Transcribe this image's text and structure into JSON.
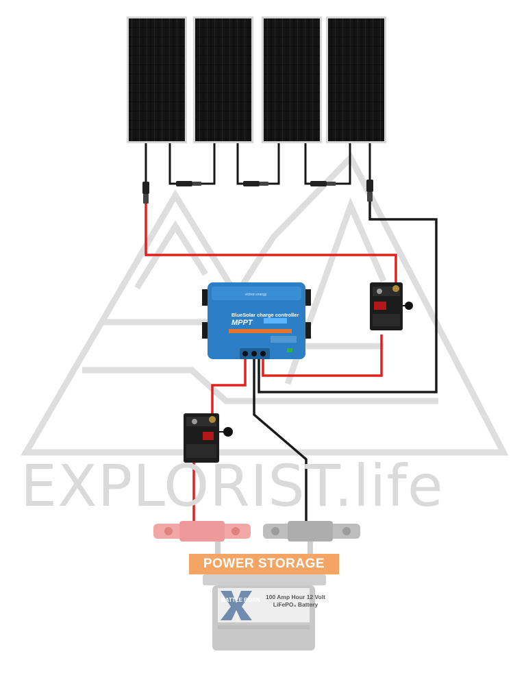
{
  "watermark": {
    "text": "EXPLORIST.life"
  },
  "power_storage_label": "POWER STORAGE",
  "charge_controller": {
    "brand": "victron energy",
    "title": "BlueSolar charge controller",
    "model": "MPPT"
  },
  "battery": {
    "brand": "BATTLE BORN",
    "description": "100 Amp Hour 12 Volt LiFePO₄ Battery"
  },
  "components": {
    "solar_panels": 4,
    "circuit_breakers": 2,
    "busbars": [
      "positive",
      "negative"
    ]
  },
  "colors": {
    "positive_wire": "#e0201f",
    "negative_wire": "#1a1a1a",
    "controller_blue": "#2c7fc4",
    "power_storage_badge": "#f4a463",
    "watermark": "#dadada"
  }
}
